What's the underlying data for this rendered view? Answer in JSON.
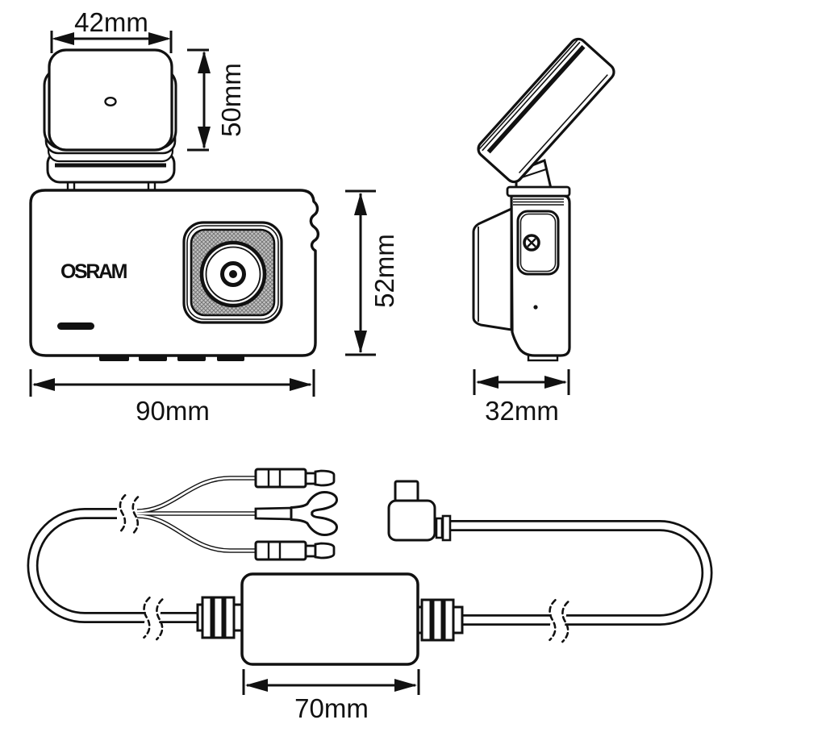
{
  "colors": {
    "ink": "#111111",
    "paper": "#ffffff",
    "lens_texture_gray": "#b5b5b5"
  },
  "brand": {
    "logo_text": "OSRAM"
  },
  "dimensions": {
    "mount_width": "42mm",
    "mount_height": "50mm",
    "body_height": "52mm",
    "body_width": "90mm",
    "body_depth": "32mm",
    "adapter_length": "70mm"
  }
}
